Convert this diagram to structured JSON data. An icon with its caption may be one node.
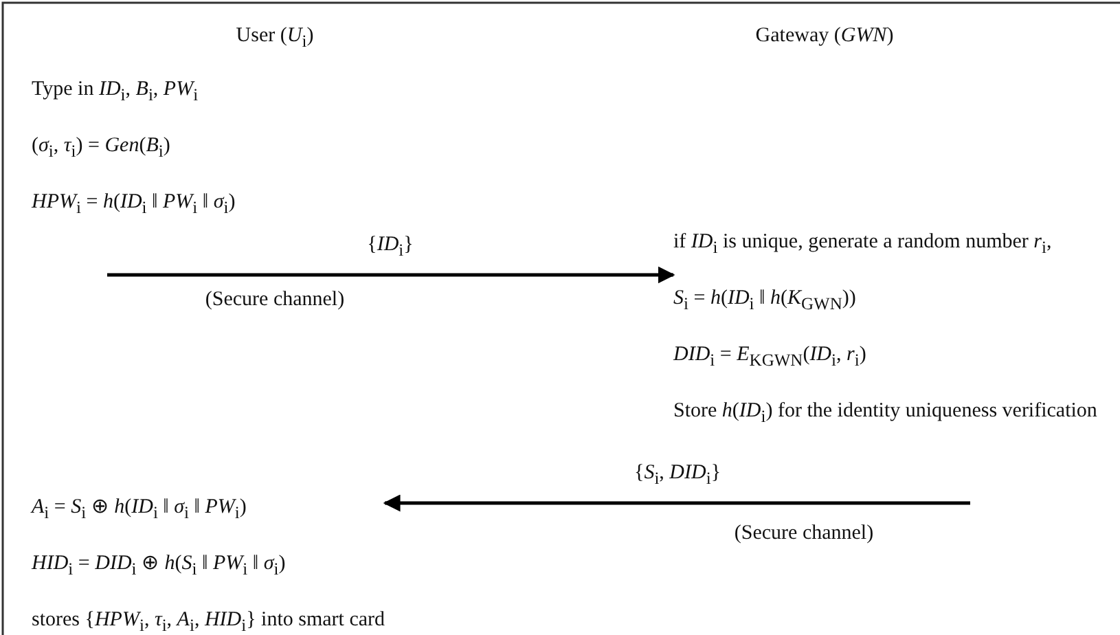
{
  "diagram": {
    "nodes": [
      {
        "text": [
          "User (*U*$_{i}$)"
        ]
      },
      {
        "text": [
          "Gateway (*GWN*)"
        ]
      },
      {
        "text": [
          "Type in *ID*$_{i}$, *B*$_{i}$, *PW*$_{i}$",
          "(*σ*$_{i}$, *τ*$_{i}$) = *Gen*(*B*$_{i}$)",
          "*HPW*$_{i}$ = *h*(*ID*$_{i}$ ‖ *PW*$_{i}$ ‖ *σ*$_{i}$)"
        ]
      },
      {
        "text": [
          "if *ID*$_{i}$ is unique, generate a random number *r*$_{i}$,",
          "*S*$_{i}$ = *h*(*ID*$_{i}$ ‖ *h*(*K*$_{GWN}$))",
          "*DID*$_{i}$ = *E*$_{K}$$_{GWN}$(*ID*$_{i}$, *r*$_{i}$)",
          "Store *h*(*ID*$_{i}$) for the identity uniqueness verification"
        ]
      },
      {
        "text": [
          "*A*$_{i}$ = *S*$_{i}$ ⊕ *h*(*ID*$_{i}$ ‖ *σ*$_{i}$ ‖ *PW*$_{i}$)",
          "*HID*$_{i}$ = *DID*$_{i}$ ⊕ *h*(*S*$_{i}$ ‖ *PW*$_{i}$ ‖ *σ*$_{i}$)",
          "stores {*HPW*$_{i}$, *τ*$_{i}$, *A*$_{i}$, *HID*$_{i}$} into smart card"
        ]
      }
    ],
    "edges": [
      {
        "from": null,
        "to": 3,
        "arrow": "to",
        "label": "{*ID*$_{i}$}"
      },
      {
        "from": null,
        "to": 4,
        "arrow": "to",
        "label": "{*S*$_{i}$, *DID*$_{i}$}"
      }
    ],
    "labels": [
      "(Secure channel)",
      "(Secure channel)"
    ]
  }
}
